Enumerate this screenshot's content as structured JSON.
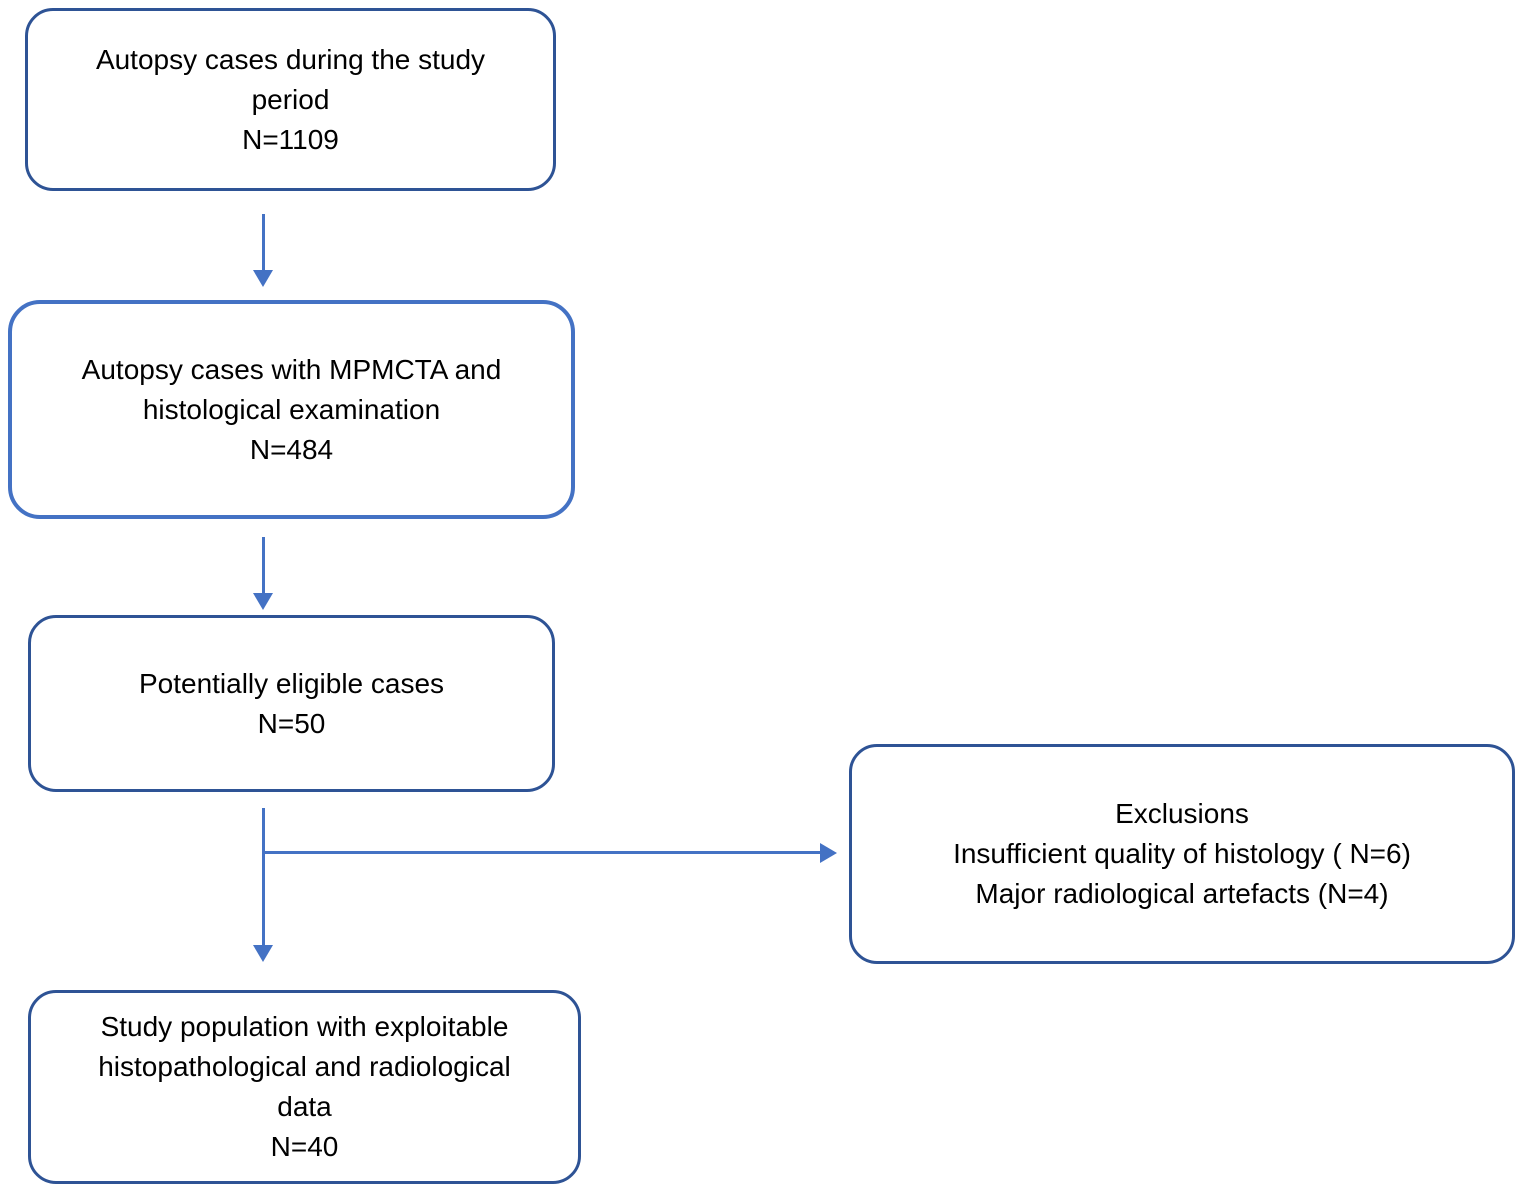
{
  "colors": {
    "border_dark": "#2E5395",
    "border_light": "#4472C4",
    "arrow": "#4472C4",
    "text": "#000000",
    "bg": "#FFFFFF"
  },
  "diagram_type": "flowchart",
  "boxes": {
    "autopsy_total": {
      "lines": [
        "Autopsy cases during the study",
        "period",
        "N=1109"
      ],
      "n": 1109
    },
    "mpmcta_histology": {
      "lines": [
        "Autopsy cases with MPMCTA and",
        "histological examination",
        "N=484"
      ],
      "n": 484
    },
    "eligible": {
      "lines": [
        "Potentially eligible cases",
        "N=50"
      ],
      "n": 50
    },
    "exclusions": {
      "lines": [
        "Exclusions",
        "Insufficient quality of histology ( N=6)",
        "Major radiological artefacts (N=4)"
      ],
      "n_insufficient_histology": 6,
      "n_major_radiological_artefacts": 4
    },
    "study_population": {
      "lines": [
        "Study population with exploitable",
        "histopathological and radiological",
        "data",
        "N=40"
      ],
      "n": 40
    }
  },
  "connections": [
    {
      "from": "autopsy_total",
      "to": "mpmcta_histology",
      "style": "arrow-down"
    },
    {
      "from": "mpmcta_histology",
      "to": "eligible",
      "style": "arrow-down"
    },
    {
      "from": "eligible",
      "to": "study_population",
      "style": "arrow-down"
    },
    {
      "from": "eligible",
      "to": "exclusions",
      "style": "arrow-right-elbow"
    }
  ]
}
